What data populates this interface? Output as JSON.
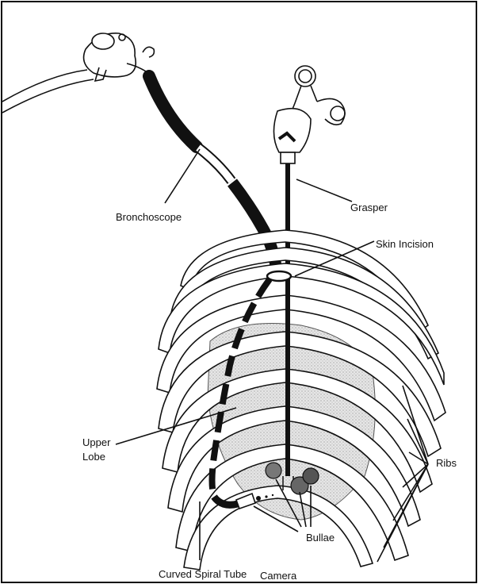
{
  "labels": {
    "bronchoscope": "Bronchoscope",
    "grasper": "Grasper",
    "skin_incision": "Skin Incision",
    "ribs": "Ribs",
    "upper_lobe_line1": "Upper",
    "upper_lobe_line2": "Lobe",
    "bullae": "Bullae",
    "curved_spiral_tube": "Curved Spiral Tube",
    "camera": "Camera"
  }
}
